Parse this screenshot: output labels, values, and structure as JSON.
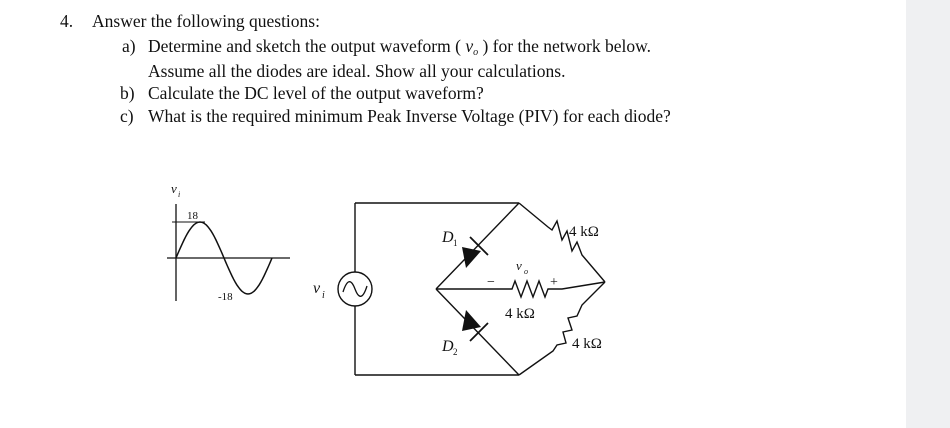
{
  "question": {
    "number": "4.",
    "heading": "Answer the following questions:",
    "parts": [
      {
        "label": "a)",
        "text_before": "Determine and sketch the output waveform (",
        "symbol": "v",
        "symbol_sub": "o",
        "text_after": ") for the network below.",
        "line2": "Assume all the diodes are ideal. Show all your calculations."
      },
      {
        "label": "b)",
        "text": "Calculate the DC level of the output waveform?"
      },
      {
        "label": "c)",
        "text": "What is the required minimum Peak Inverse Voltage (PIV) for each diode?"
      }
    ]
  },
  "waveform": {
    "axis_symbol": "v",
    "axis_sub": "i",
    "peak_label": "18",
    "trough_label": "-18",
    "peak": 18,
    "trough": -18
  },
  "circuit": {
    "source_symbol": "v",
    "source_sub": "i",
    "d1": "D",
    "d1_sub": "1",
    "d2": "D",
    "d2_sub": "2",
    "vo": "v",
    "vo_sub": "o",
    "minus": "−",
    "plus": "+",
    "r_top": "4 kΩ",
    "r_mid": "4 kΩ",
    "r_bottom": "4 kΩ"
  }
}
